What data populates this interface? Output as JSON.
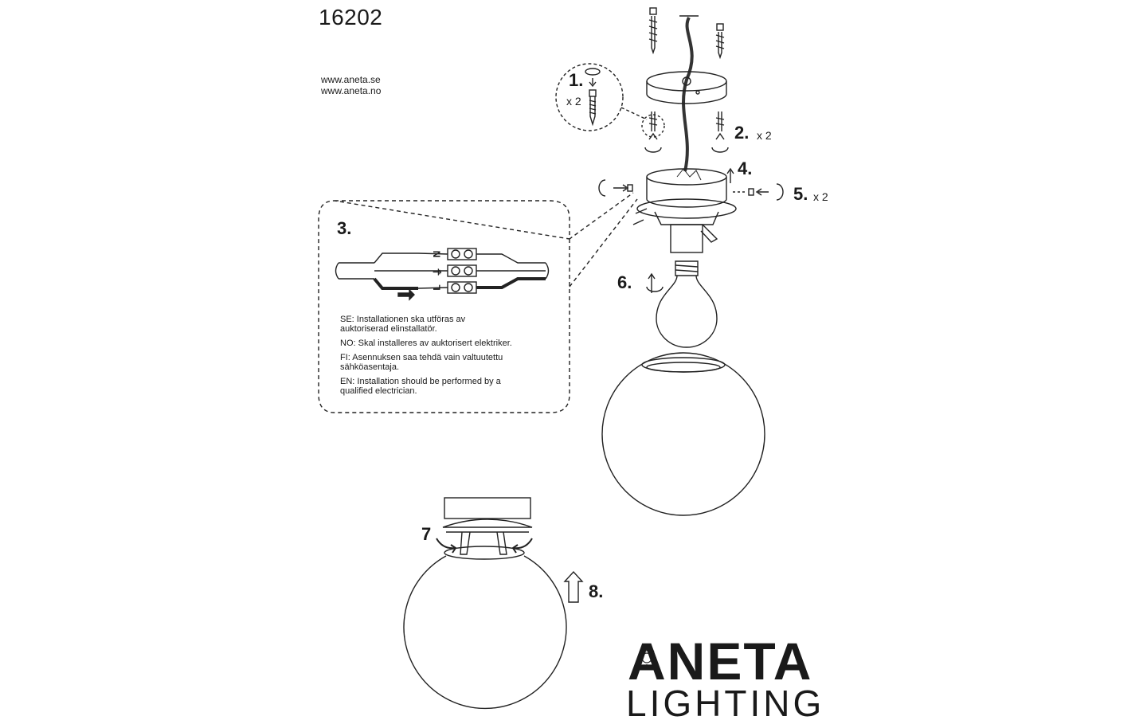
{
  "header": {
    "model_number": "16202",
    "websites": [
      "www.aneta.se",
      "www.aneta.no"
    ]
  },
  "steps": {
    "s1": {
      "label": "1.",
      "qty": "x 2"
    },
    "s2": {
      "label": "2.",
      "qty": "x 2"
    },
    "s3": {
      "label": "3."
    },
    "s4": {
      "label": "4."
    },
    "s5": {
      "label": "5.",
      "qty": "x 2"
    },
    "s6": {
      "label": "6."
    },
    "s7": {
      "label": "7"
    },
    "s8": {
      "label": "8."
    }
  },
  "wiring": {
    "terminals": [
      "N",
      "⏚",
      "L"
    ]
  },
  "warnings": [
    "SE: Installationen ska utföras av\nauktoriserad elinstallatör.",
    "NO: Skal installeres av auktorisert elektriker.",
    "FI:  Asennuksen saa tehdä vain valtuutettu\nsähköasentaja.",
    "EN: Installation should be performed by a\nqualified electrician."
  ],
  "brand": {
    "name": "ANETA",
    "sub": "LIGHTING"
  }
}
